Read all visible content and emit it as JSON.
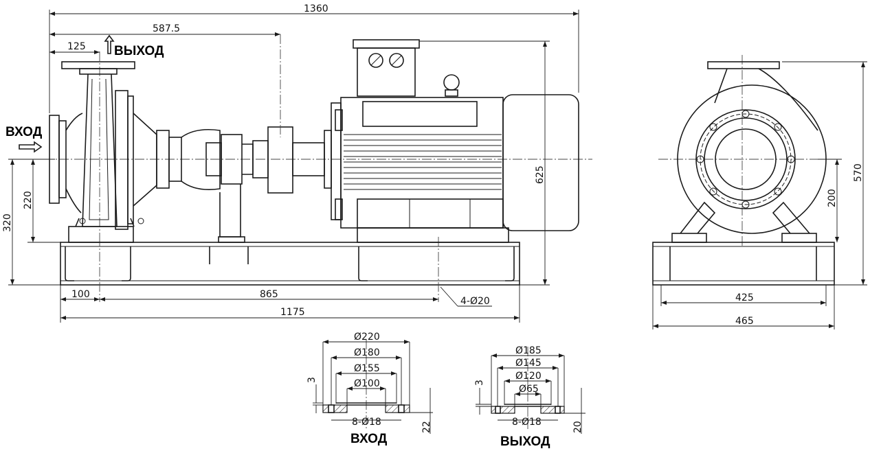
{
  "labels": {
    "outlet": "ВЫХОД",
    "inlet": "ВХОД",
    "inlet_flange_caption": "ВХОД",
    "outlet_flange_caption": "ВЫХОД"
  },
  "side_view_dims": {
    "overall_length": "1360",
    "to_coupling": "587.5",
    "outlet_offset": "125",
    "base_length": "1175",
    "anchor_spacing": "865",
    "anchor_offset": "100",
    "anchor_holes": "4-Ø20",
    "shaft_height": "320",
    "inlet_axis_height": "220",
    "overall_height": "625"
  },
  "end_view_dims": {
    "height": "570",
    "axis_height": "200",
    "base_inner": "425",
    "base_outer": "465"
  },
  "inlet_flange": {
    "d1": "Ø220",
    "d2": "Ø180",
    "d3": "Ø155",
    "d4": "Ø100",
    "bolts": "8-Ø18",
    "step": "3",
    "thickness": "22"
  },
  "outlet_flange": {
    "d1": "Ø185",
    "d2": "Ø145",
    "d3": "Ø120",
    "d4": "Ø65",
    "bolts": "8-Ø18",
    "step": "3",
    "thickness": "20"
  }
}
